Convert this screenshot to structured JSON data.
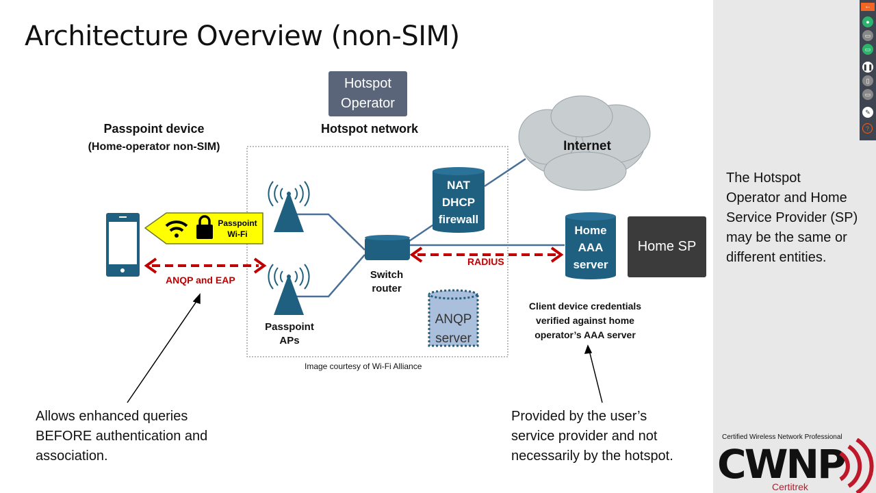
{
  "slide": {
    "title": "Architecture Overview (non-SIM)",
    "diagram": {
      "hotspot_operator": "Hotspot Operator",
      "hotspot_operator_line1": "Hotspot",
      "hotspot_operator_line2": "Operator",
      "device_heading": "Passpoint device",
      "device_subheading": "(Home-operator non-SIM)",
      "network_heading": "Hotspot network",
      "passpoint_wifi_line1": "Passpoint",
      "passpoint_wifi_line2": "Wi-Fi",
      "anqp_eap_label": "ANQP and EAP",
      "aps_line1": "Passpoint",
      "aps_line2": "APs",
      "switch_line1": "Switch",
      "switch_line2": "router",
      "nat_line1": "NAT",
      "nat_line2": "DHCP",
      "nat_line3": "firewall",
      "anqp_server_line1": "ANQP",
      "anqp_server_line2": "server",
      "internet": "Internet",
      "radius": "RADIUS",
      "aaa_line1": "Home",
      "aaa_line2": "AAA",
      "aaa_line3": "server",
      "home_sp": "Home SP",
      "credentials_line1": "Client device credentials",
      "credentials_line2": "verified against home",
      "credentials_line3": "operator’s AAA server",
      "courtesy": "Image courtesy of Wi-Fi Alliance",
      "colors": {
        "teal": "#1f5f80",
        "red": "#c00000",
        "yellow": "#ffff00",
        "cloud": "#c8cdd0",
        "anqp_fill": "#a9bfdc"
      }
    },
    "notes": {
      "left_line1": "Allows enhanced queries",
      "left_line2": "BEFORE authentication and",
      "left_line3": "association.",
      "right_line1": "Provided by the user’s",
      "right_line2": "service provider and not",
      "right_line3": "necessarily by the hotspot."
    }
  },
  "sidebar": {
    "note_line1": "The Hotspot",
    "note_line2": "Operator and Home",
    "note_line3": "Service Provider (SP)",
    "note_line4": "may be the same or",
    "note_line5": "different entities.",
    "logo_caption": "Certified Wireless Network Professional",
    "logo_text": "CWNP",
    "logo_sub": "Certitrek"
  },
  "toolbar": {
    "buttons": [
      "back-arrow",
      "microphone",
      "camera",
      "screen-share",
      "pause",
      "mouse",
      "chat",
      "pen",
      "help"
    ]
  }
}
